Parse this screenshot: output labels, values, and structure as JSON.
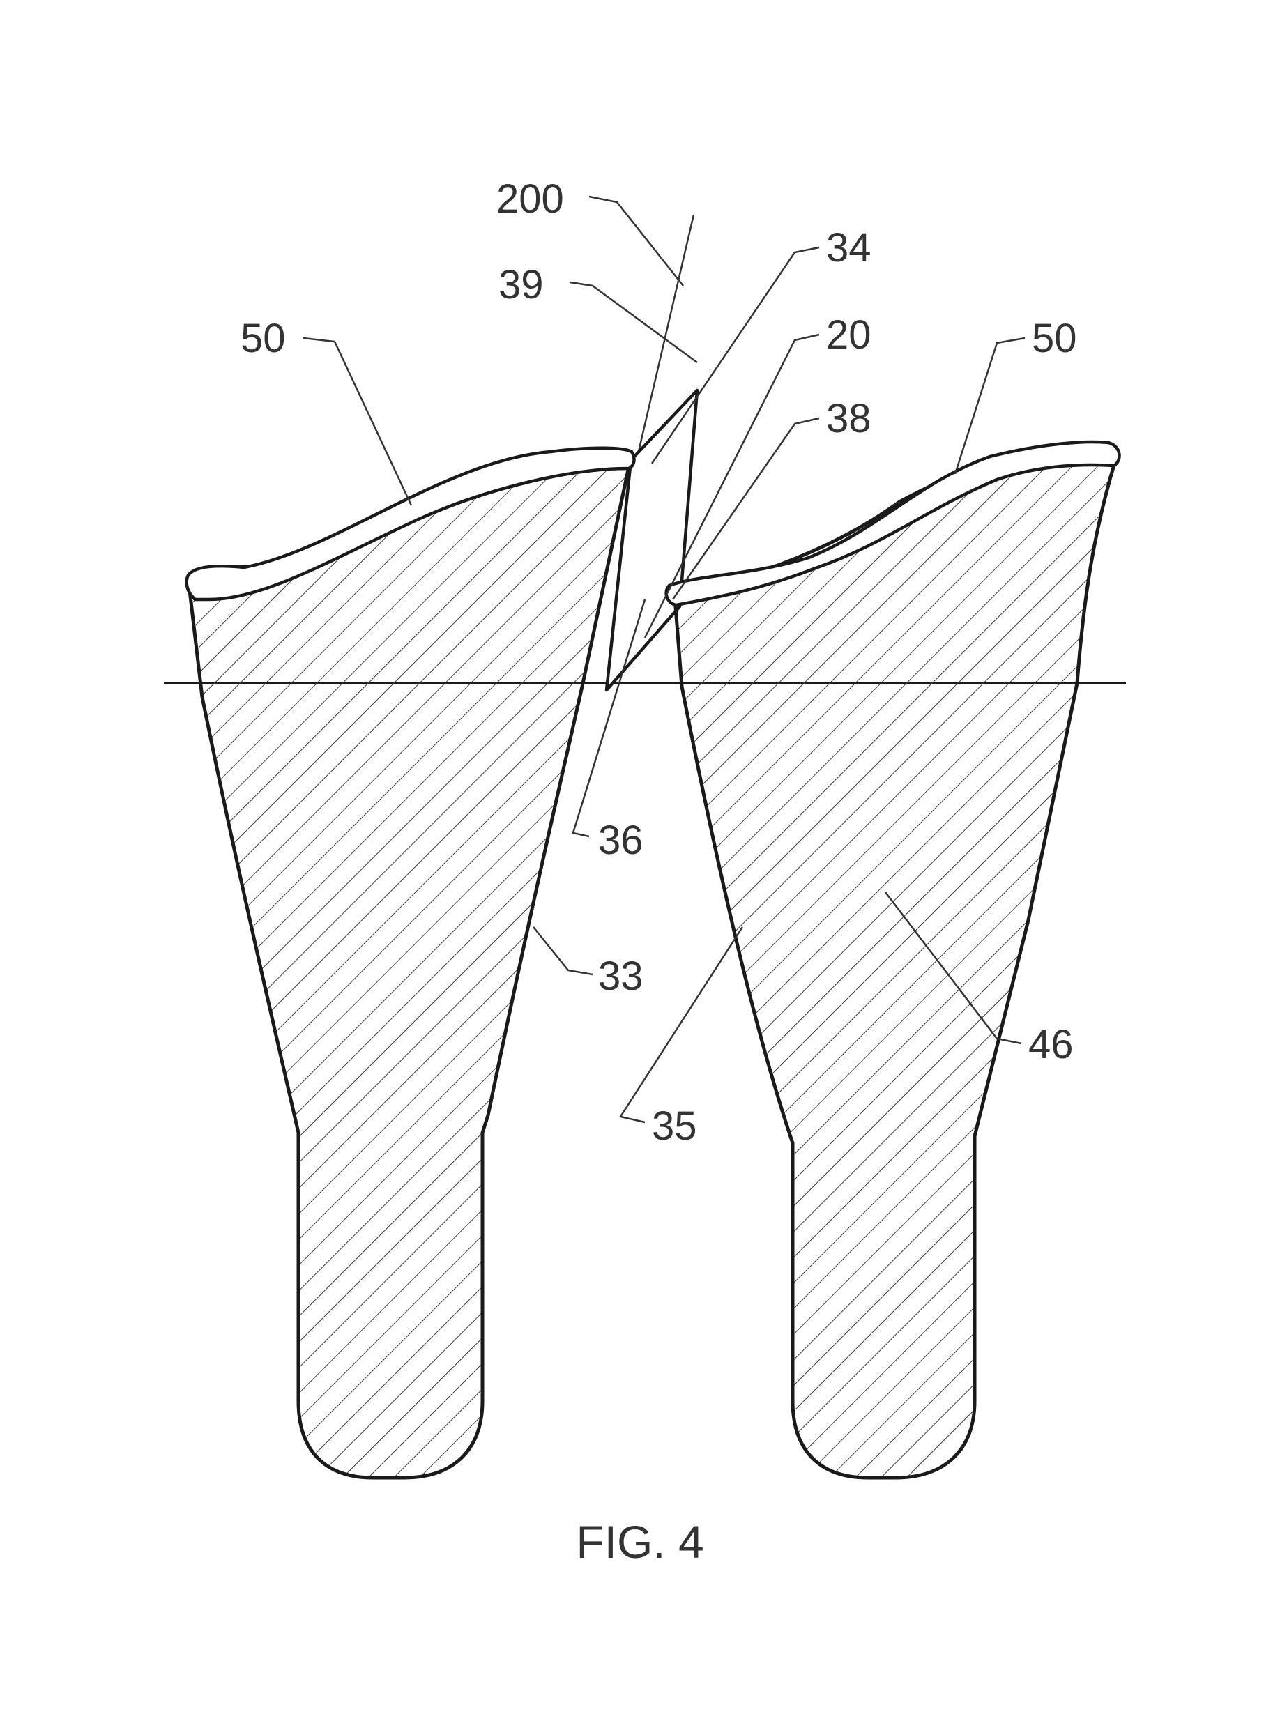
{
  "figure": {
    "caption": "FIG. 4",
    "labels": {
      "l200": "200",
      "l39": "39",
      "l34": "34",
      "l50_left": "50",
      "l20": "20",
      "l50_right": "50",
      "l38": "38",
      "l36": "36",
      "l33": "33",
      "l46": "46",
      "l35": "35"
    }
  }
}
